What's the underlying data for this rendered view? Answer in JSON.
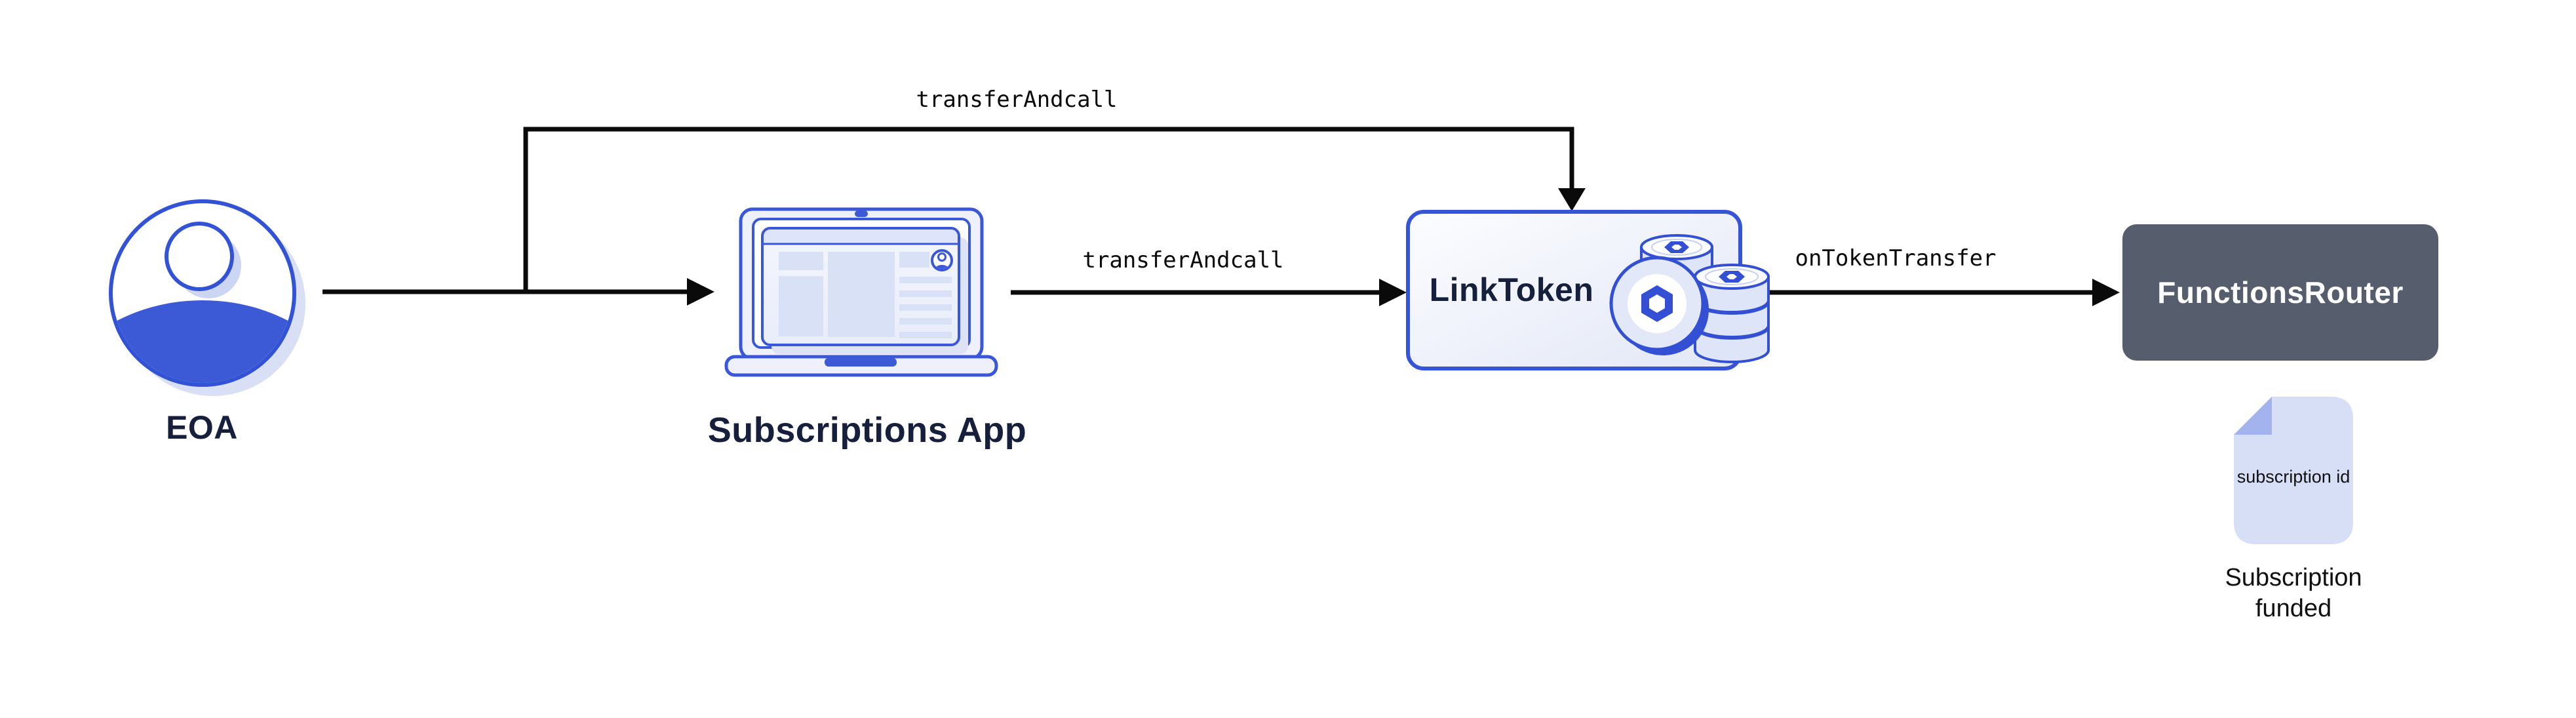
{
  "colors": {
    "accent_blue": "#3654d8",
    "solid_blue": "#3d5ad6",
    "logo_blue": "#3350d4",
    "pale_shadow": "#d9e0f5",
    "block_fill": "#d9e1f7",
    "screen_fill": "#eef1fc",
    "slate": "#565d6d",
    "doc_fill": "#d7dff7",
    "doc_fold": "#a2b3ee",
    "heading_navy": "#16203c",
    "edge_black": "#0a0a0a"
  },
  "nodes": {
    "eoa": {
      "label": "EOA",
      "icon": "person-icon"
    },
    "subscriptions_app": {
      "label": "Subscriptions App",
      "icon": "laptop-icon"
    },
    "link_token": {
      "label": "LinkToken",
      "icon": "coins-icon"
    },
    "functions_router": {
      "label": "FunctionsRouter"
    },
    "subscription_doc": {
      "icon": "document-icon",
      "doc_text": "subscription id",
      "caption": "Subscription funded"
    }
  },
  "edges": [
    {
      "from": "eoa",
      "to": "link_token",
      "label": "transferAndcall"
    },
    {
      "from": "eoa",
      "to": "subscriptions_app",
      "label": ""
    },
    {
      "from": "subscriptions_app",
      "to": "link_token",
      "label": "transferAndcall"
    },
    {
      "from": "link_token",
      "to": "functions_router",
      "label": "onTokenTransfer"
    }
  ]
}
